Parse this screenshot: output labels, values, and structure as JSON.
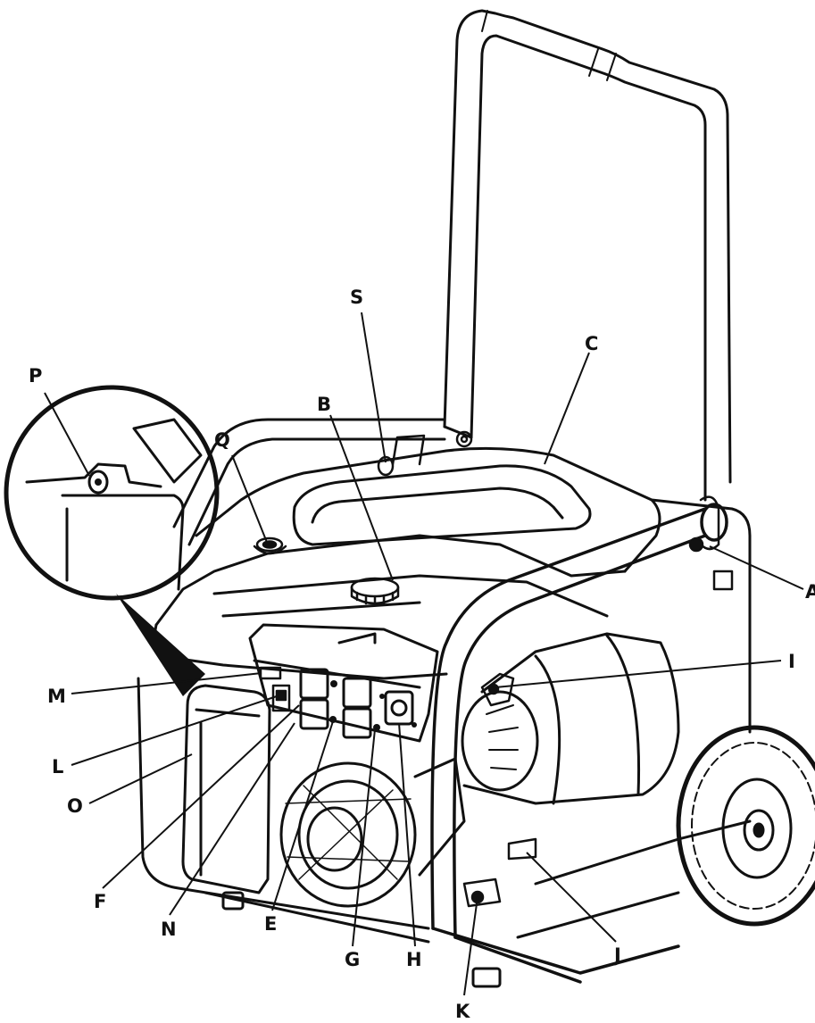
{
  "callouts": [
    {
      "id": "A",
      "text": "A"
    },
    {
      "id": "B",
      "text": "B"
    },
    {
      "id": "C",
      "text": "C"
    },
    {
      "id": "E",
      "text": "E"
    },
    {
      "id": "F",
      "text": "F"
    },
    {
      "id": "G",
      "text": "G"
    },
    {
      "id": "H",
      "text": "H"
    },
    {
      "id": "I",
      "text": "I"
    },
    {
      "id": "J",
      "text": "J"
    },
    {
      "id": "K",
      "text": "K"
    },
    {
      "id": "L",
      "text": "L"
    },
    {
      "id": "M",
      "text": "M"
    },
    {
      "id": "N",
      "text": "N"
    },
    {
      "id": "O",
      "text": "O"
    },
    {
      "id": "P",
      "text": "P"
    },
    {
      "id": "Q",
      "text": "Q"
    },
    {
      "id": "S",
      "text": "S"
    }
  ],
  "colors": {
    "line": "#111111",
    "background": "#ffffff"
  }
}
